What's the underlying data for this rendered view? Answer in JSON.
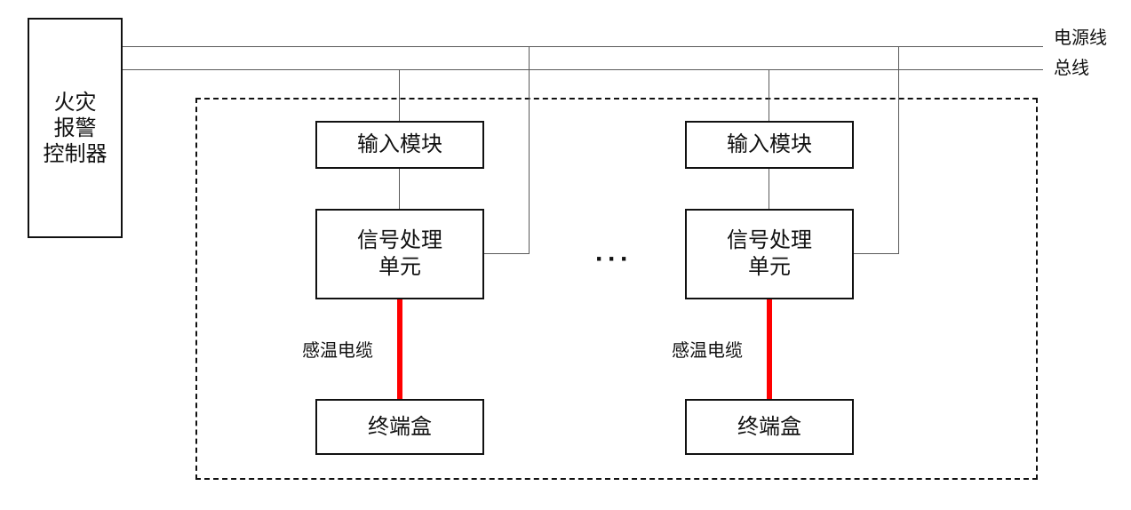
{
  "controller": {
    "lines": [
      "火灾",
      "报警",
      "控制器"
    ]
  },
  "labels": {
    "power_line": "电源线",
    "bus_line": "总线"
  },
  "units": [
    {
      "input_module": "输入模块",
      "signal_unit": [
        "信号处理",
        "单元"
      ],
      "cable_label": "感温电缆",
      "terminal_box": "终端盒"
    },
    {
      "input_module": "输入模块",
      "signal_unit": [
        "信号处理",
        "单元"
      ],
      "cable_label": "感温电缆",
      "terminal_box": "终端盒"
    }
  ],
  "ellipsis": "···",
  "colors": {
    "cable_red": "#ff0000",
    "line_gray": "#5a5a5a",
    "border_black": "#111111"
  }
}
